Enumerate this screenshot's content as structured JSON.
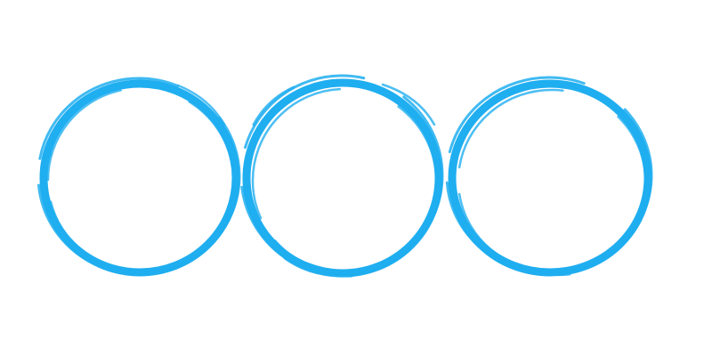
{
  "circles": [
    {
      "name": "left-brush-circle",
      "color": "#1FAEF0"
    },
    {
      "name": "middle-brush-circle",
      "color": "#1FAEF0"
    },
    {
      "name": "right-brush-circle",
      "color": "#1FAEF0"
    }
  ]
}
